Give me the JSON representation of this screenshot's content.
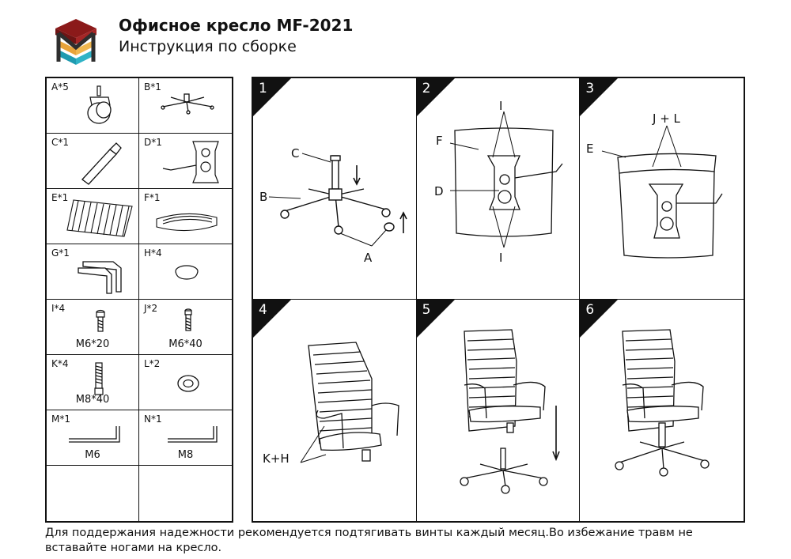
{
  "header": {
    "title": "Офисное кресло MF-2021",
    "subtitle": "Инструкция по сборке",
    "logo_colors": [
      "#8b1a1a",
      "#e8a33a",
      "#1f9bb0",
      "#2e2e2e"
    ]
  },
  "parts": [
    {
      "label": "A*5",
      "size": "",
      "icon": "caster-wheel-icon"
    },
    {
      "label": "B*1",
      "size": "",
      "icon": "star-base-icon"
    },
    {
      "label": "C*1",
      "size": "",
      "icon": "gas-lift-icon"
    },
    {
      "label": "D*1",
      "size": "",
      "icon": "tilt-mechanism-icon"
    },
    {
      "label": "E*1",
      "size": "",
      "icon": "backrest-icon"
    },
    {
      "label": "F*1",
      "size": "",
      "icon": "seat-icon"
    },
    {
      "label": "G*1",
      "size": "",
      "icon": "armrests-icon"
    },
    {
      "label": "H*4",
      "size": "",
      "icon": "cap-icon"
    },
    {
      "label": "I*4",
      "size": "M6*20",
      "icon": "short-bolt-icon"
    },
    {
      "label": "J*2",
      "size": "M6*40",
      "icon": "bolt-icon"
    },
    {
      "label": "K*4",
      "size": "M8*40",
      "icon": "long-bolt-icon"
    },
    {
      "label": "L*2",
      "size": "",
      "icon": "washer-icon"
    },
    {
      "label": "M*1",
      "size": "M6",
      "icon": "hex-key-icon"
    },
    {
      "label": "N*1",
      "size": "M8",
      "icon": "hex-key-icon"
    },
    {
      "label": "",
      "size": "",
      "icon": ""
    },
    {
      "label": "",
      "size": "",
      "icon": ""
    }
  ],
  "steps": [
    {
      "number": "1",
      "labels": {
        "c": "C",
        "b": "B",
        "a": "A"
      }
    },
    {
      "number": "2",
      "labels": {
        "i_top": "I",
        "f": "F",
        "d": "D",
        "i_bottom": "I"
      }
    },
    {
      "number": "3",
      "labels": {
        "jl": "J + L",
        "e": "E"
      }
    },
    {
      "number": "4",
      "labels": {
        "kh": "K+H"
      }
    },
    {
      "number": "5",
      "labels": {}
    },
    {
      "number": "6",
      "labels": {}
    }
  ],
  "footer": {
    "note": "Для поддержания надежности рекомендуется подтягивать винты каждый месяц.Во избежание травм не вставайте ногами на кресло."
  }
}
